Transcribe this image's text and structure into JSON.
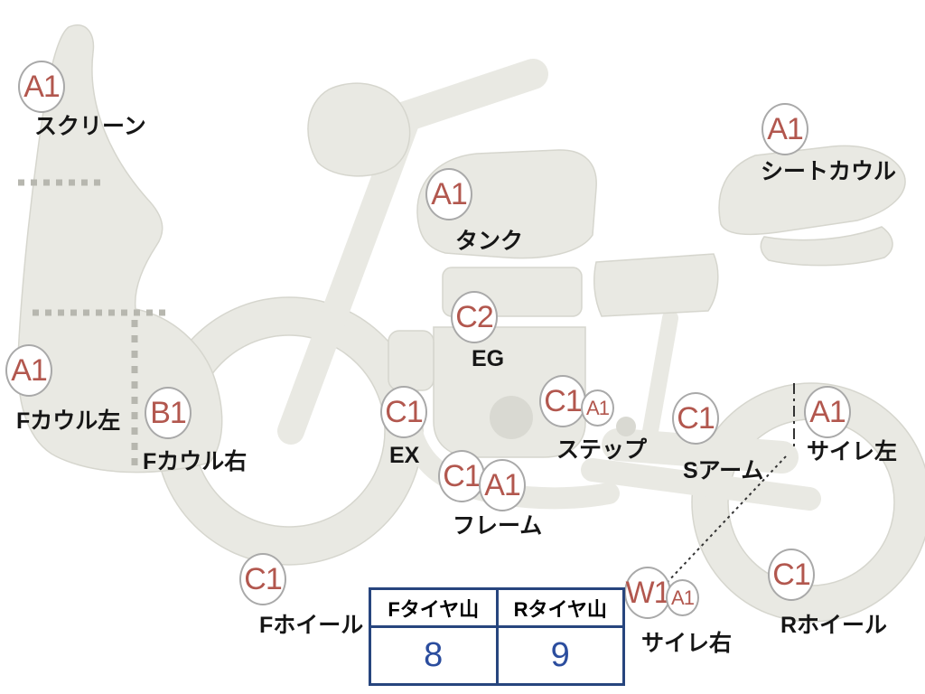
{
  "annotations": {
    "screen": {
      "grade": "A1",
      "label": "スクリーン"
    },
    "fcowl_left": {
      "grade": "A1",
      "label": "Fカウル左"
    },
    "fcowl_right": {
      "grade": "B1",
      "label": "Fカウル右"
    },
    "tank": {
      "grade": "A1",
      "label": "タンク"
    },
    "engine": {
      "grade": "C2",
      "label": "EG"
    },
    "exhaust": {
      "grade": "C1",
      "label": "EX"
    },
    "step": {
      "grade": "C1",
      "grade2": "A1",
      "label": "ステップ"
    },
    "frame": {
      "grade": "C1",
      "grade2": "A1",
      "label": "フレーム"
    },
    "swingarm": {
      "grade": "C1",
      "label": "Sアーム"
    },
    "silencer_left": {
      "grade": "A1",
      "label": "サイレ左"
    },
    "seat_cowl": {
      "grade": "A1",
      "label": "シートカウル"
    },
    "f_wheel": {
      "grade": "C1",
      "label": "Fホイール"
    },
    "silencer_right": {
      "grade": "W1",
      "grade2": "A1",
      "label": "サイレ右"
    },
    "r_wheel": {
      "grade": "C1",
      "label": "Rホイール"
    }
  },
  "tire_table": {
    "front_header": "Fタイヤ山",
    "rear_header": "Rタイヤ山",
    "front_value": "8",
    "rear_value": "9"
  },
  "colors": {
    "silhouette": "#e9e9e3",
    "grade_text": "#b2574e",
    "badge_border": "#a9a9a9",
    "table_border": "#27457e",
    "tire_value_text": "#2b4d9e"
  }
}
